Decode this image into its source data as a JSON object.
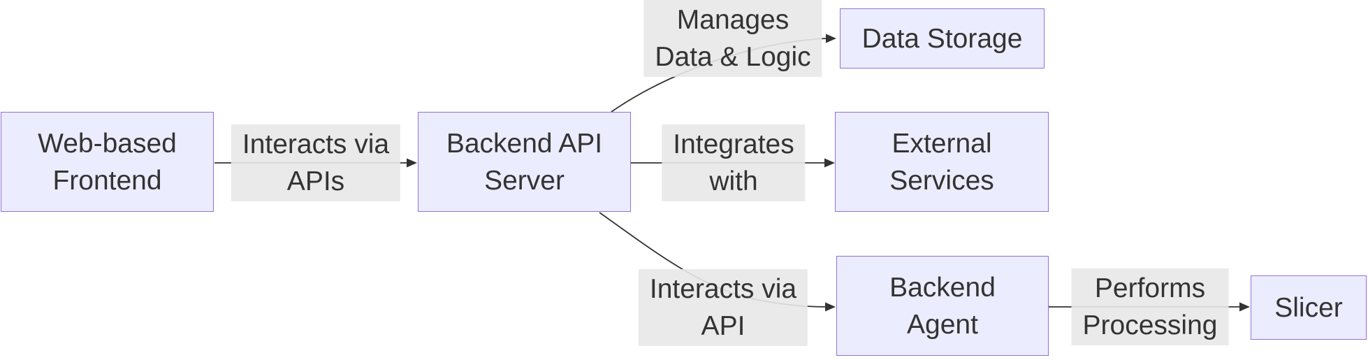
{
  "nodes": {
    "web_frontend": {
      "line1": "Web-based",
      "line2": "Frontend"
    },
    "backend_api_server": {
      "line1": "Backend API",
      "line2": "Server"
    },
    "data_storage": {
      "line1": "Data Storage"
    },
    "external_services": {
      "line1": "External",
      "line2": "Services"
    },
    "backend_agent": {
      "line1": "Backend",
      "line2": "Agent"
    },
    "slicer": {
      "line1": "Slicer"
    }
  },
  "edge_labels": {
    "frontend_to_backend": {
      "line1": "Interacts via",
      "line2": "APIs"
    },
    "backend_to_storage": {
      "line1": "Manages",
      "line2": "Data & Logic"
    },
    "backend_to_external": {
      "line1": "Integrates",
      "line2": "with"
    },
    "backend_to_agent": {
      "line1": "Interacts via",
      "line2": "API"
    },
    "agent_to_slicer": {
      "line1": "Performs",
      "line2": "Processing"
    }
  },
  "colors": {
    "node_fill": "#ECECFF",
    "node_border": "#9370DB",
    "edge_label_bg": "#E8E8E8",
    "edge_line": "#333333",
    "text": "#333333",
    "background": "#FFFFFF"
  }
}
